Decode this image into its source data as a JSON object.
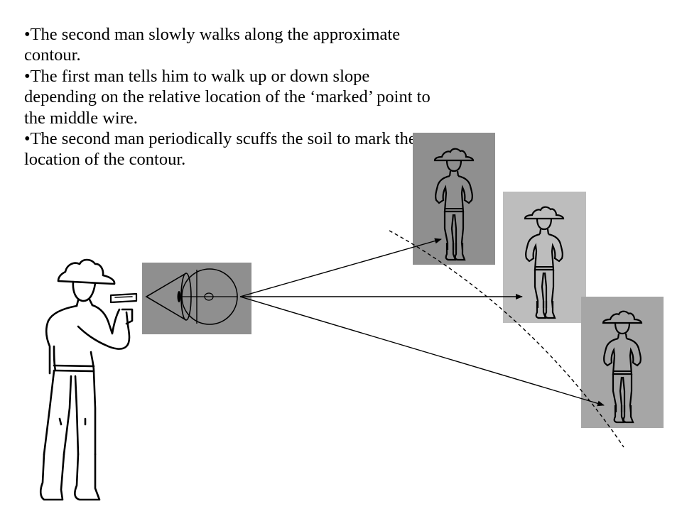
{
  "bullets": [
    "•The second man slowly walks along the approximate contour.",
    "•The first man tells him to walk up or down slope depending on the relative location of the ‘marked’ point to the middle wire.",
    "•The second man periodically scuffs the soil to mark the location of the contour."
  ],
  "colors": {
    "panel_dark": "#8f8f8f",
    "panel_mid": "#a6a6a6",
    "panel_light": "#bdbdbd",
    "ink": "#000000"
  },
  "icons": {
    "observer": "man-with-hand-level-icon",
    "level_view": "hand-level-eyepiece-icon",
    "walker": "walking-man-icon"
  }
}
